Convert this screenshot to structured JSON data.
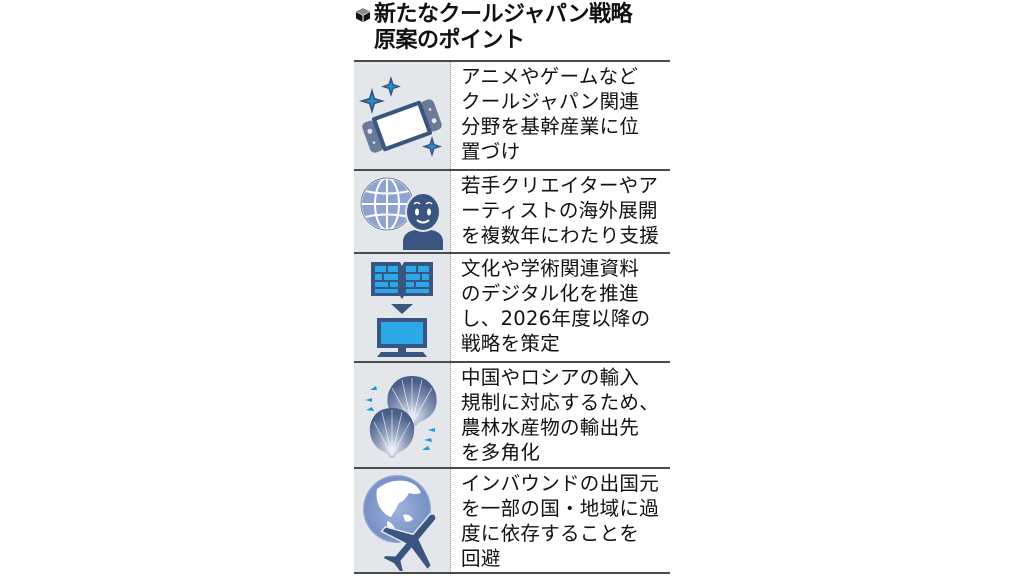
{
  "header": {
    "bullet_icon": "cube-icon",
    "title_line1": "新たなクールジャパン戦略",
    "title_line2": "原案のポイント"
  },
  "colors": {
    "icon_bg": "#e3e6ea",
    "dark_navy": "#3a5580",
    "slate": "#6b7a96",
    "accent_blue": "#1e90d6",
    "light_blue": "#2aa8e8",
    "globe_blue": "#7d97cc",
    "rule": "#4a4a4a"
  },
  "points": [
    {
      "icon": "game-console-sparkle-icon",
      "lines": [
        "アニメやゲームなど",
        "クールジャパン関連",
        "分野を基幹産業に位",
        "置づけ"
      ]
    },
    {
      "icon": "globe-person-icon",
      "lines": [
        "若手クリエイターやア",
        "ーティストの海外展開",
        "を複数年にわたり支援"
      ]
    },
    {
      "icon": "book-to-computer-icon",
      "lines": [
        "文化や学術関連資料",
        "のデジタル化を推進",
        "し、2026年度以降の",
        "戦略を策定"
      ]
    },
    {
      "icon": "scallop-shells-icon",
      "lines": [
        "中国やロシアの輸入",
        "規制に対応するため、",
        "農林水産物の輸出先",
        "を多角化"
      ]
    },
    {
      "icon": "globe-airplane-icon",
      "lines": [
        "インバウンドの出国元",
        "を一部の国・地域に過",
        "度に依存することを",
        "回避"
      ]
    }
  ]
}
